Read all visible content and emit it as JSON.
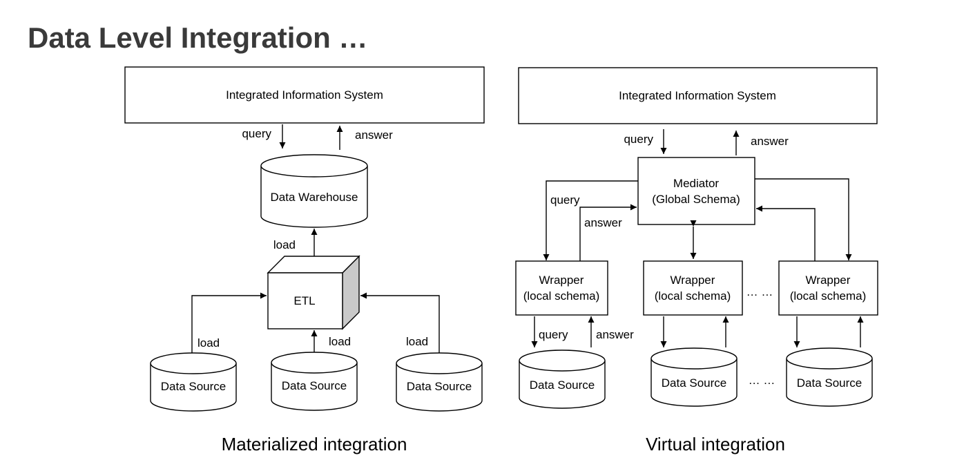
{
  "title": "Data Level Integration …",
  "materialized": {
    "caption": "Materialized integration",
    "system_label": "Integrated Information System",
    "query_label": "query",
    "answer_label": "answer",
    "warehouse_label": "Data Warehouse",
    "etl_label": "ETL",
    "load_labels": [
      "load",
      "load",
      "load",
      "load"
    ],
    "sources": [
      "Data Source",
      "Data Source",
      "Data Source"
    ]
  },
  "virtual": {
    "caption": "Virtual integration",
    "system_label": "Integrated Information System",
    "query_label": "query",
    "answer_label": "answer",
    "mediator_line1": "Mediator",
    "mediator_line2": "(Global Schema)",
    "left_query_label": "query",
    "left_answer_label": "answer",
    "wrapper_line1": "Wrapper",
    "wrapper_line2": "(local schema)",
    "wrapper_query_label": "query",
    "wrapper_answer_label": "answer",
    "ellipsis": "… …",
    "sources": [
      "Data Source",
      "Data Source",
      "Data Source"
    ]
  }
}
